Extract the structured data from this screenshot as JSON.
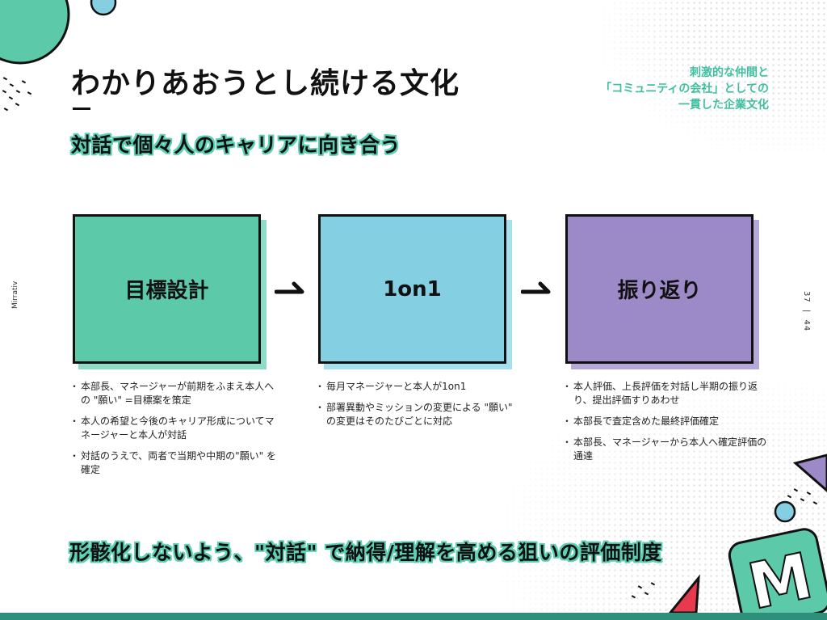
{
  "title": "わかりあおうとし続ける文化",
  "subtitle": "対話で個々人のキャリアに向き合う",
  "tagline": [
    "刺激的な仲間と",
    "「コミュニティの会社」としての",
    "一貫した企業文化"
  ],
  "brand": "Mirrativ",
  "page": {
    "current": "37",
    "separator": "|",
    "total": "44"
  },
  "steps": [
    {
      "label": "目標設計",
      "bullets": [
        "本部長、マネージャーが前期をふまえ本人への \"願い\" =目標案を策定",
        "本人の希望と今後のキャリア形成についてマネージャーと本人が対話",
        "対話のうえで、両者で当期や中期の\"願い\" を確定"
      ]
    },
    {
      "label": "1on1",
      "bullets": [
        "毎月マネージャーと本人が1on1",
        "部署異動やミッションの変更による \"願い\" の変更はそのたびごとに対応"
      ]
    },
    {
      "label": "振り返り",
      "bullets": [
        "本人評価、上長評価を対話し半期の振り返り、提出評価すりあわせ",
        "本部長で査定含めた最終評価確定",
        "本部長、マネージャーから本人へ確定評価の通達"
      ]
    }
  ],
  "conclusion": "形骸化しないよう、\"対話\" で納得/理解を高める狙いの評価制度",
  "logo_letter": "M",
  "colors": {
    "teal": "#5ccaa9",
    "blue": "#85cfe2",
    "purple": "#9c8ac8",
    "accent_text": "#3fbf9f",
    "bar": "#2e8f7a",
    "red": "#e83a4f"
  }
}
